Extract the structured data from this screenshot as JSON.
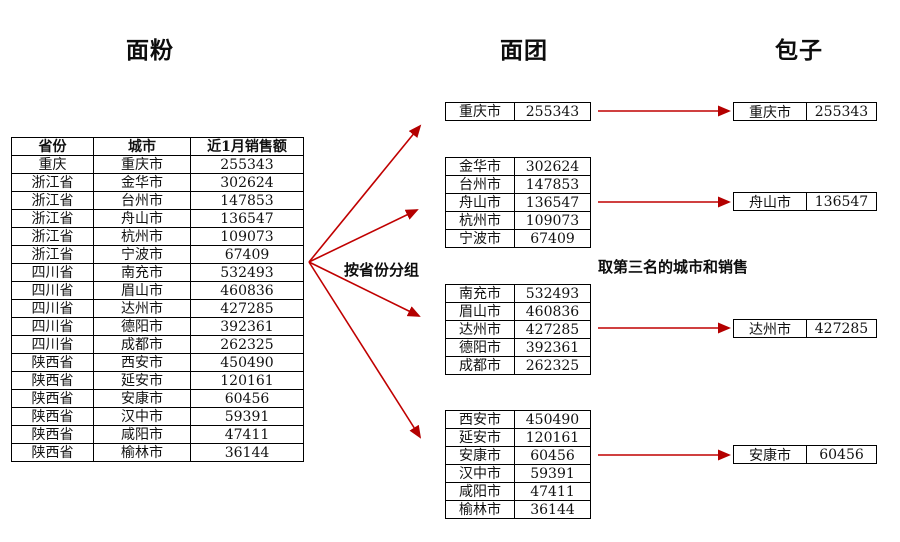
{
  "titles": {
    "source": "面粉",
    "grouped": "面团",
    "result": "包子"
  },
  "labels": {
    "group_by": "按省份分组",
    "take_third": "取第三名的城市和销售"
  },
  "source_table": {
    "headers": [
      "省份",
      "城市",
      "近1月销售额"
    ],
    "rows": [
      [
        "重庆",
        "重庆市",
        "255343"
      ],
      [
        "浙江省",
        "金华市",
        "302624"
      ],
      [
        "浙江省",
        "台州市",
        "147853"
      ],
      [
        "浙江省",
        "舟山市",
        "136547"
      ],
      [
        "浙江省",
        "杭州市",
        "109073"
      ],
      [
        "浙江省",
        "宁波市",
        "67409"
      ],
      [
        "四川省",
        "南充市",
        "532493"
      ],
      [
        "四川省",
        "眉山市",
        "460836"
      ],
      [
        "四川省",
        "达州市",
        "427285"
      ],
      [
        "四川省",
        "德阳市",
        "392361"
      ],
      [
        "四川省",
        "成都市",
        "262325"
      ],
      [
        "陕西省",
        "西安市",
        "450490"
      ],
      [
        "陕西省",
        "延安市",
        "120161"
      ],
      [
        "陕西省",
        "安康市",
        "60456"
      ],
      [
        "陕西省",
        "汉中市",
        "59391"
      ],
      [
        "陕西省",
        "咸阳市",
        "47411"
      ],
      [
        "陕西省",
        "榆林市",
        "36144"
      ]
    ]
  },
  "groups": [
    {
      "rows": [
        [
          "重庆市",
          "255343"
        ]
      ]
    },
    {
      "rows": [
        [
          "金华市",
          "302624"
        ],
        [
          "台州市",
          "147853"
        ],
        [
          "舟山市",
          "136547"
        ],
        [
          "杭州市",
          "109073"
        ],
        [
          "宁波市",
          "67409"
        ]
      ]
    },
    {
      "rows": [
        [
          "南充市",
          "532493"
        ],
        [
          "眉山市",
          "460836"
        ],
        [
          "达州市",
          "427285"
        ],
        [
          "德阳市",
          "392361"
        ],
        [
          "成都市",
          "262325"
        ]
      ]
    },
    {
      "rows": [
        [
          "西安市",
          "450490"
        ],
        [
          "延安市",
          "120161"
        ],
        [
          "安康市",
          "60456"
        ],
        [
          "汉中市",
          "59391"
        ],
        [
          "咸阳市",
          "47411"
        ],
        [
          "榆林市",
          "36144"
        ]
      ]
    }
  ],
  "results": [
    [
      "重庆市",
      "255343"
    ],
    [
      "舟山市",
      "136547"
    ],
    [
      "达州市",
      "427285"
    ],
    [
      "安康市",
      "60456"
    ]
  ],
  "colors": {
    "arrow_red": "#c00000",
    "table_border": "#000000",
    "text": "#0d0d0d",
    "background": "#ffffff"
  }
}
